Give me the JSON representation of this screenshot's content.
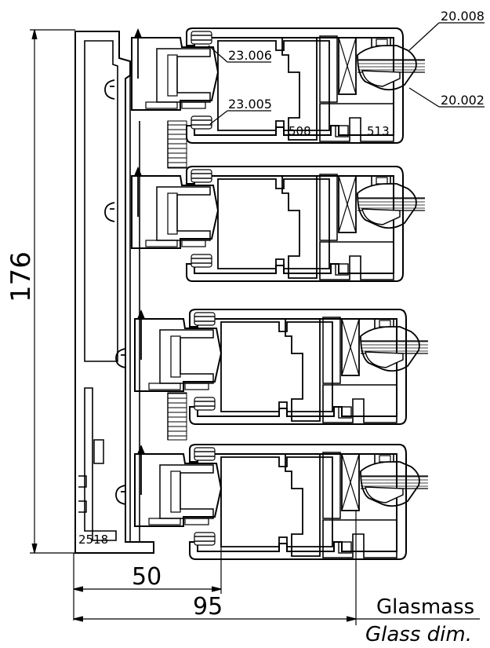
{
  "labels": {
    "part_23006": "23.006",
    "part_23005": "23.005",
    "part_20008": "20.008",
    "part_20002": "20.002",
    "part_508": "508",
    "part_513": "513",
    "part_2518": "2518"
  },
  "dimensions": {
    "height": "176",
    "width_50": "50",
    "width_95": "95",
    "glass_de": "Glasmass",
    "glass_en": "Glass dim."
  },
  "colors": {
    "line": "#000000",
    "background": "#ffffff"
  }
}
